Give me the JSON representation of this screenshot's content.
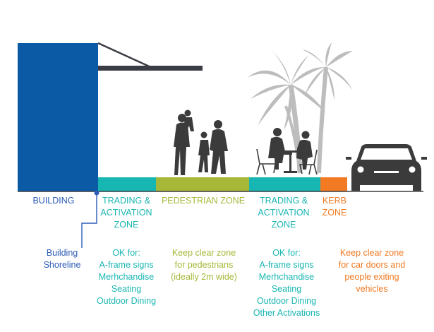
{
  "colors": {
    "building": "#0a5aa5",
    "dark": "#3a3d44",
    "teal": "#18b6b2",
    "green": "#a7b738",
    "orange": "#f17a22",
    "blue_text": "#2e5cb7",
    "figure_gray": "#3b3b3b",
    "tree_gray": "#bdbdbd"
  },
  "icons": {
    "pedestrians": "pedestrian-group-icon",
    "diners": "outdoor-dining-icon",
    "palm": "palm-tree-icon",
    "car": "car-icon"
  },
  "zones": {
    "building": {
      "label_lines": [
        "BUILDING"
      ]
    },
    "trading_left": {
      "label_lines": [
        "TRADING &",
        "ACTIVATION",
        "ZONE"
      ],
      "desc_lines": [
        "OK for:",
        "A-frame signs",
        "Merhchandise",
        "Seating",
        "Outdoor Dining"
      ]
    },
    "pedestrian": {
      "label_lines": [
        "PEDESTRIAN ZONE"
      ],
      "desc_lines": [
        "Keep clear zone",
        "for pedestrians",
        "(ideally 2m wide)"
      ]
    },
    "trading_right": {
      "label_lines": [
        "TRADING &",
        "ACTIVATION",
        "ZONE"
      ],
      "desc_lines": [
        "OK for:",
        "A-frame signs",
        "Merhchandise",
        "Seating",
        "Outdoor Dining",
        "Other Activations"
      ]
    },
    "kerb": {
      "label_lines": [
        "KERB",
        "ZONE"
      ],
      "desc_lines": [
        "Keep clear zone",
        "for car doors and",
        "people exiting",
        "vehicles"
      ]
    }
  },
  "shoreline": {
    "label_lines": [
      "Building",
      "Shoreline"
    ]
  }
}
